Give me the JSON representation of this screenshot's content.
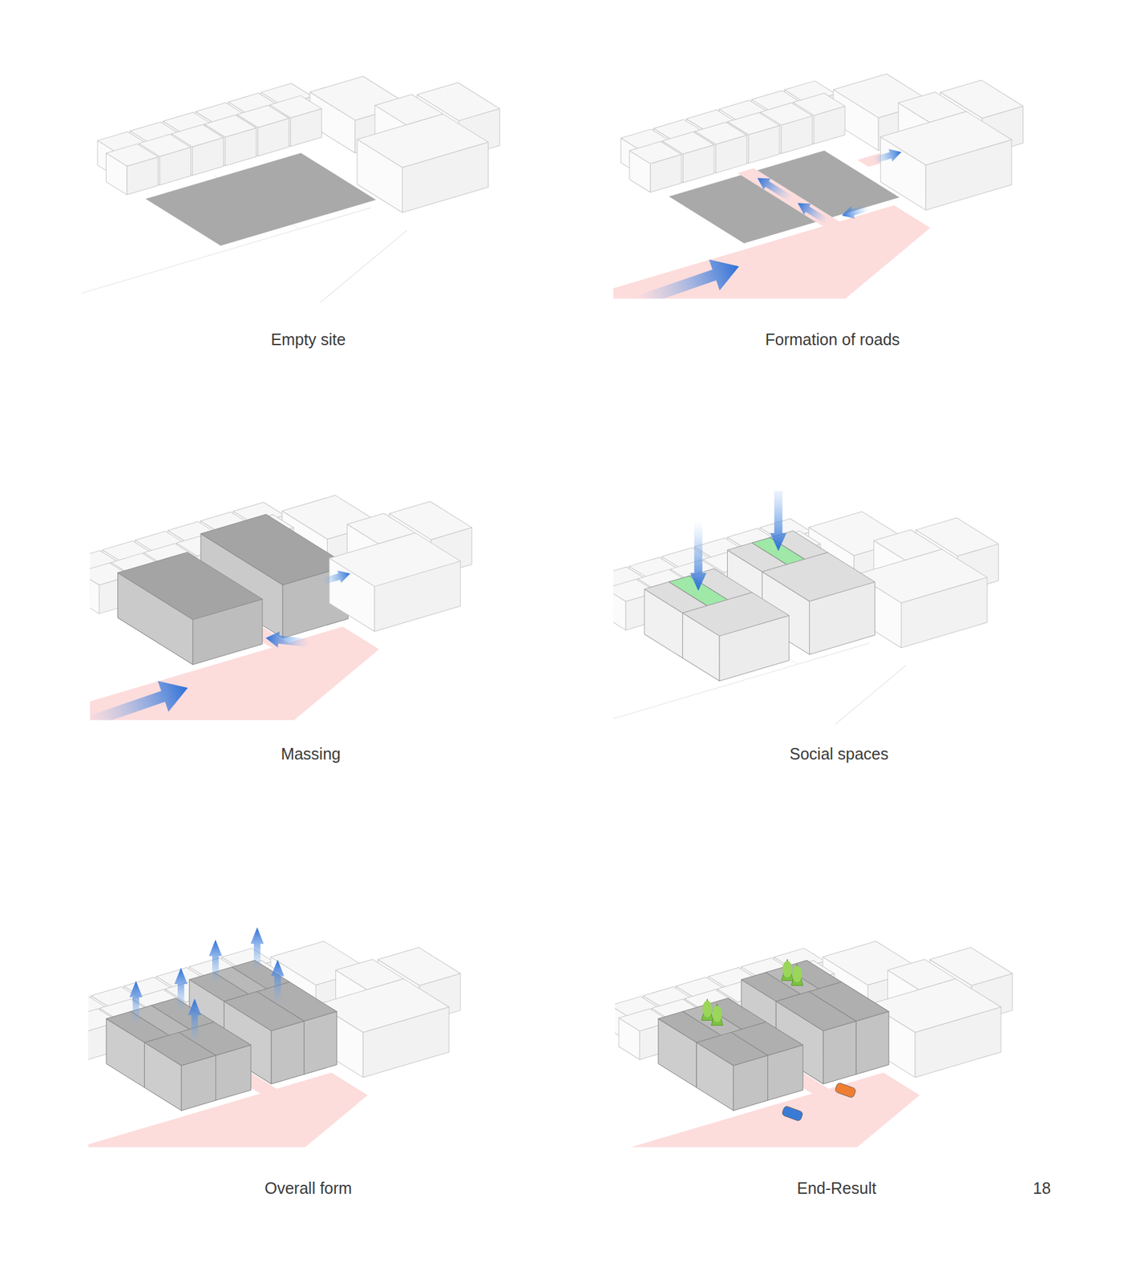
{
  "diagram": {
    "labels": [
      "Empty site",
      "Formation of roads",
      "Massing",
      "Social spaces",
      "Overall form",
      "End-Result",
      "18"
    ]
  }
}
